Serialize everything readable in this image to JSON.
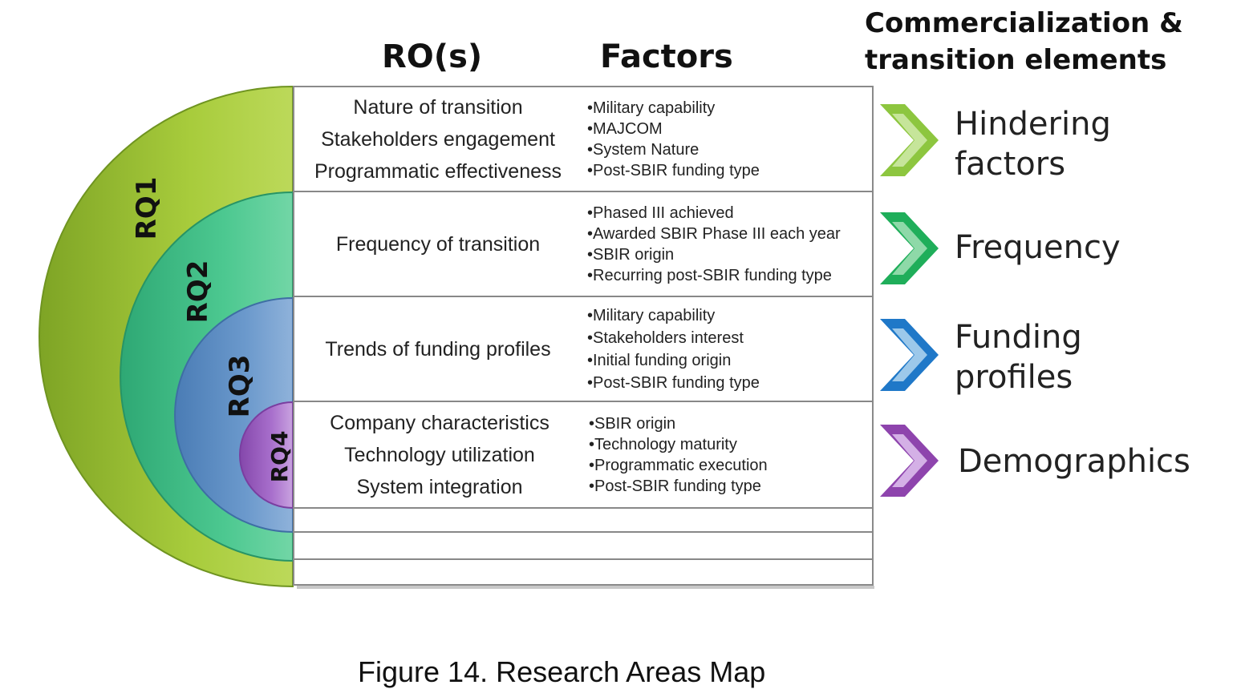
{
  "headers": {
    "ro": "RO(s)",
    "factors": "Factors",
    "commercialization_line1": "Commercialization &",
    "commercialization_line2": "transition elements"
  },
  "questions": [
    {
      "label": "RQ1",
      "color": "#9cc232"
    },
    {
      "label": "RQ2",
      "color": "#3dbf85"
    },
    {
      "label": "RQ3",
      "color": "#5e8fc4"
    },
    {
      "label": "RQ4",
      "color": "#9b59c0"
    }
  ],
  "rows": [
    {
      "ros": [
        "Nature of transition",
        "Stakeholders engagement",
        "Programmatic effectiveness"
      ],
      "factors": [
        "•Military capability",
        "•MAJCOM",
        "•System Nature",
        "•Post-SBIR funding type"
      ]
    },
    {
      "ros": [
        "Frequency of transition"
      ],
      "factors": [
        "•Phased III achieved",
        "•Awarded SBIR Phase III each year",
        "•SBIR origin",
        "•Recurring post-SBIR funding type"
      ]
    },
    {
      "ros": [
        "Trends of funding profiles"
      ],
      "factors": [
        "•Military capability",
        "•Stakeholders interest",
        "•Initial funding origin",
        "•Post-SBIR funding type"
      ]
    },
    {
      "ros": [
        "Company characteristics",
        "Technology utilization",
        "System integration"
      ],
      "factors": [
        "•SBIR origin",
        "•Technology maturity",
        "•Programmatic execution",
        "•Post-SBIR funding type"
      ]
    }
  ],
  "elements": [
    {
      "lines": [
        "Hindering",
        "factors"
      ],
      "color": "#8dc63f"
    },
    {
      "lines": [
        "Frequency"
      ],
      "color": "#1fae5a"
    },
    {
      "lines": [
        "Funding",
        "profiles"
      ],
      "color": "#1f78c8"
    },
    {
      "lines": [
        "Demographics"
      ],
      "color": "#8e44ad"
    }
  ],
  "caption": "Figure 14.  Research Areas Map"
}
